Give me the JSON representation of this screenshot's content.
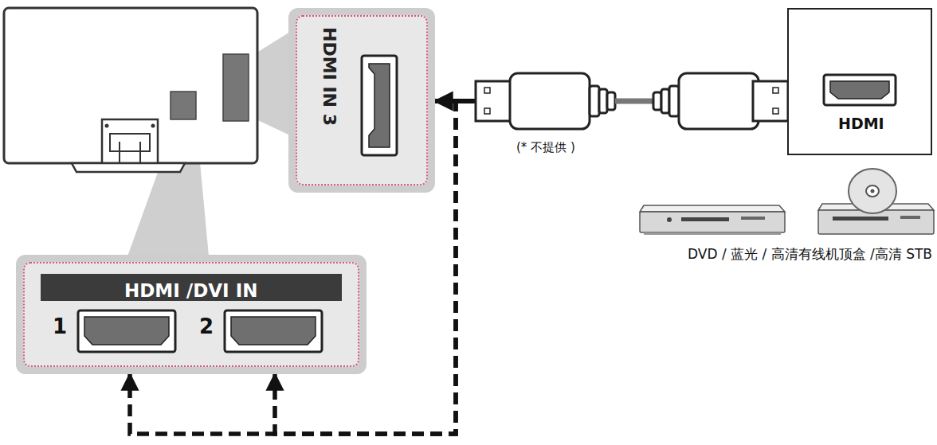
{
  "diagram": {
    "nodes": [
      {
        "text": [
          "HDMI IN 3"
        ]
      },
      {
        "text": [
          "HDMI"
        ]
      },
      {
        "text": [
          "HDMI /DVI IN"
        ]
      }
    ],
    "edges": [
      {
        "from": 1,
        "to": 0,
        "arrow": "to"
      },
      {
        "from": 1,
        "to": 2,
        "arrow": "to"
      },
      {
        "from": 1,
        "to": 2,
        "arrow": "to"
      }
    ],
    "labels": [
      "(* 不提供 )",
      "DVD / 蓝光 / 高清有线机顶盒 /高清 STB",
      "1",
      "2"
    ]
  }
}
